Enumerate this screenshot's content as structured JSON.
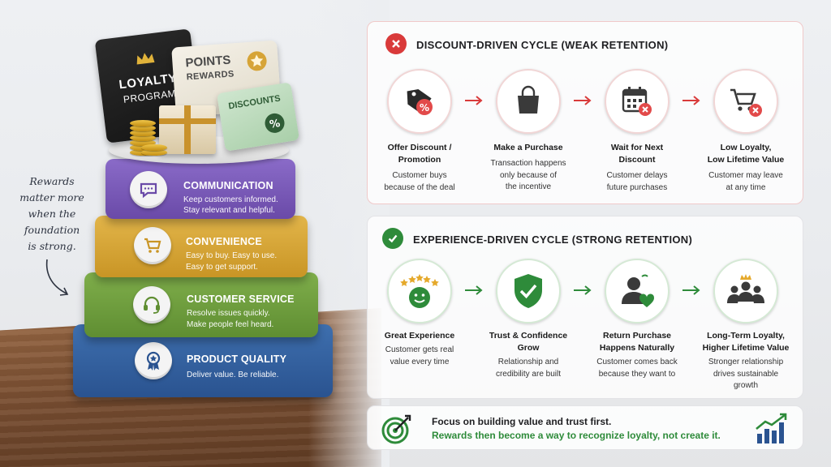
{
  "note": {
    "lines": [
      "Rewards",
      "matter more",
      "when the",
      "foundation",
      "is strong."
    ]
  },
  "cards": {
    "loyalty_line1": "LOYALTY",
    "loyalty_line2": "PROGRAM",
    "points_line1": "POINTS",
    "points_line2": "REWARDS",
    "discounts": "DISCOUNTS"
  },
  "pyramid": [
    {
      "title": "COMMUNICATION",
      "lines": [
        "Keep customers informed.",
        "Stay relevant and helpful."
      ],
      "icon": "chat-icon"
    },
    {
      "title": "CONVENIENCE",
      "lines": [
        "Easy to buy. Easy to use.",
        "Easy to get support."
      ],
      "icon": "cart-icon"
    },
    {
      "title": "CUSTOMER SERVICE",
      "lines": [
        "Resolve issues quickly.",
        "Make people feel heard."
      ],
      "icon": "headset-icon"
    },
    {
      "title": "PRODUCT QUALITY",
      "lines": [
        "Deliver value. Be reliable."
      ],
      "icon": "award-ribbon-icon"
    }
  ],
  "weak": {
    "title": "DISCOUNT-DRIVEN CYCLE (WEAK RETENTION)",
    "accent": "#d93a3a",
    "steps": [
      {
        "title": [
          "Offer Discount /",
          "Promotion"
        ],
        "desc": [
          "Customer buys",
          "because of the deal"
        ],
        "icon": "discount-tag-icon"
      },
      {
        "title": [
          "Make a Purchase"
        ],
        "desc": [
          "Transaction happens",
          "only because of",
          "the incentive"
        ],
        "icon": "shopping-bag-icon"
      },
      {
        "title": [
          "Wait for Next",
          "Discount"
        ],
        "desc": [
          "Customer delays",
          "future purchases"
        ],
        "icon": "calendar-x-icon"
      },
      {
        "title": [
          "Low Loyalty,",
          "Low Lifetime Value"
        ],
        "desc": [
          "Customer may leave",
          "at any time"
        ],
        "icon": "cart-x-icon"
      }
    ]
  },
  "strong": {
    "title": "EXPERIENCE-DRIVEN CYCLE (STRONG RETENTION)",
    "accent": "#2e8b3a",
    "steps": [
      {
        "title": [
          "Great Experience"
        ],
        "desc": [
          "Customer gets real",
          "value every time"
        ],
        "icon": "smiley-stars-icon"
      },
      {
        "title": [
          "Trust & Confidence",
          "Grow"
        ],
        "desc": [
          "Relationship and",
          "credibility are built"
        ],
        "icon": "shield-check-icon"
      },
      {
        "title": [
          "Return Purchase",
          "Happens Naturally"
        ],
        "desc": [
          "Customer comes back",
          "because they want to"
        ],
        "icon": "person-heart-icon"
      },
      {
        "title": [
          "Long-Term Loyalty,",
          "Higher Lifetime Value"
        ],
        "desc": [
          "Stronger relationship",
          "drives sustainable",
          "growth"
        ],
        "icon": "group-crown-icon"
      }
    ]
  },
  "bottom": {
    "line1": "Focus on building value and trust first.",
    "line2": "Rewards then become a way to recognize loyalty, not create it.",
    "icon_left": "target-icon",
    "icon_right": "growth-chart-icon"
  }
}
